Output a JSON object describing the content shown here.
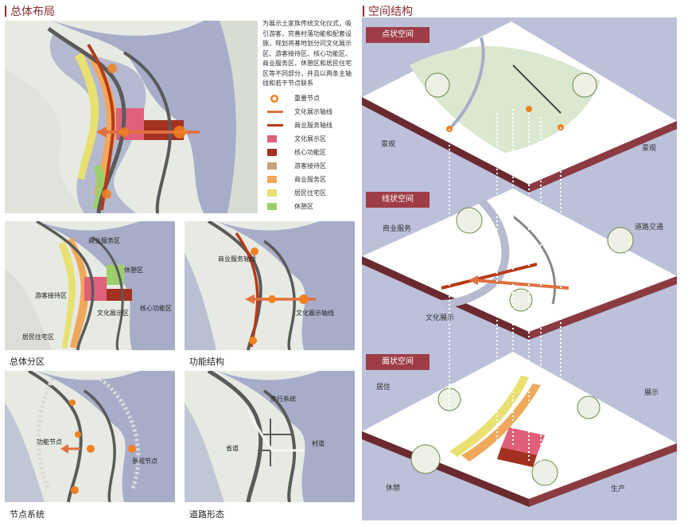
{
  "headers": {
    "overall_layout": "总体布局",
    "spatial_structure": "空间结构"
  },
  "description": "为展示土家族传统文化仪式，吸引游客，完善村落功能和配套设施，规划将基地划分问文化展示区、游客接待区、核心功能区、商业服务区、休憩区和居民住宅区等不同部分，并且以两条主轴线和若干节点联系",
  "legend": [
    {
      "label": "重要节点",
      "kind": "node",
      "color": "#f08020"
    },
    {
      "label": "文化展示轴线",
      "kind": "line",
      "color": "#e07040"
    },
    {
      "label": "商业服务轴线",
      "kind": "line",
      "color": "#b83a18"
    },
    {
      "label": "文化展示区",
      "kind": "swatch",
      "color": "#e0607a"
    },
    {
      "label": "核心功能区",
      "kind": "swatch",
      "color": "#a33020"
    },
    {
      "label": "游客接待区",
      "kind": "swatch",
      "color": "#c8a27a"
    },
    {
      "label": "商业服务区",
      "kind": "swatch",
      "color": "#f0a85a"
    },
    {
      "label": "居民住宅区",
      "kind": "swatch",
      "color": "#e8e070"
    },
    {
      "label": "休憩区",
      "kind": "swatch",
      "color": "#9ccf6a"
    }
  ],
  "captions": {
    "zoning": "总体分区",
    "function": "功能结构",
    "nodes": "节点系统",
    "roads": "道路形态"
  },
  "zoning_labels": {
    "commerce": "商业服务区",
    "rest": "休憩区",
    "reception": "游客接待区",
    "core": "核心功能区",
    "culture": "文化展示区",
    "residence": "居民住宅区"
  },
  "function_labels": {
    "commerce_axis": "商业服务轴线",
    "culture_axis": "文化展示轴线"
  },
  "node_labels": {
    "functional": "功能节点",
    "landscape": "景观节点"
  },
  "road_labels": {
    "walk": "步行系统",
    "provincial": "省道",
    "village": "村道"
  },
  "slabs": {
    "point": {
      "title": "点状空间",
      "left": "景观",
      "right": "景观"
    },
    "line": {
      "title": "线状空间",
      "commerce": "商业服务",
      "traffic": "道路交通",
      "culture": "文化展示"
    },
    "surface": {
      "title": "面状空间",
      "live": "居住",
      "display": "展示",
      "rest": "休憩",
      "produce": "生产"
    }
  },
  "colors": {
    "accent": "#8b2d2d",
    "water": "#a7adc9",
    "road": "#5a5a5a",
    "panel_bg": "#bcc0d9",
    "tag": "#9e3d48"
  }
}
